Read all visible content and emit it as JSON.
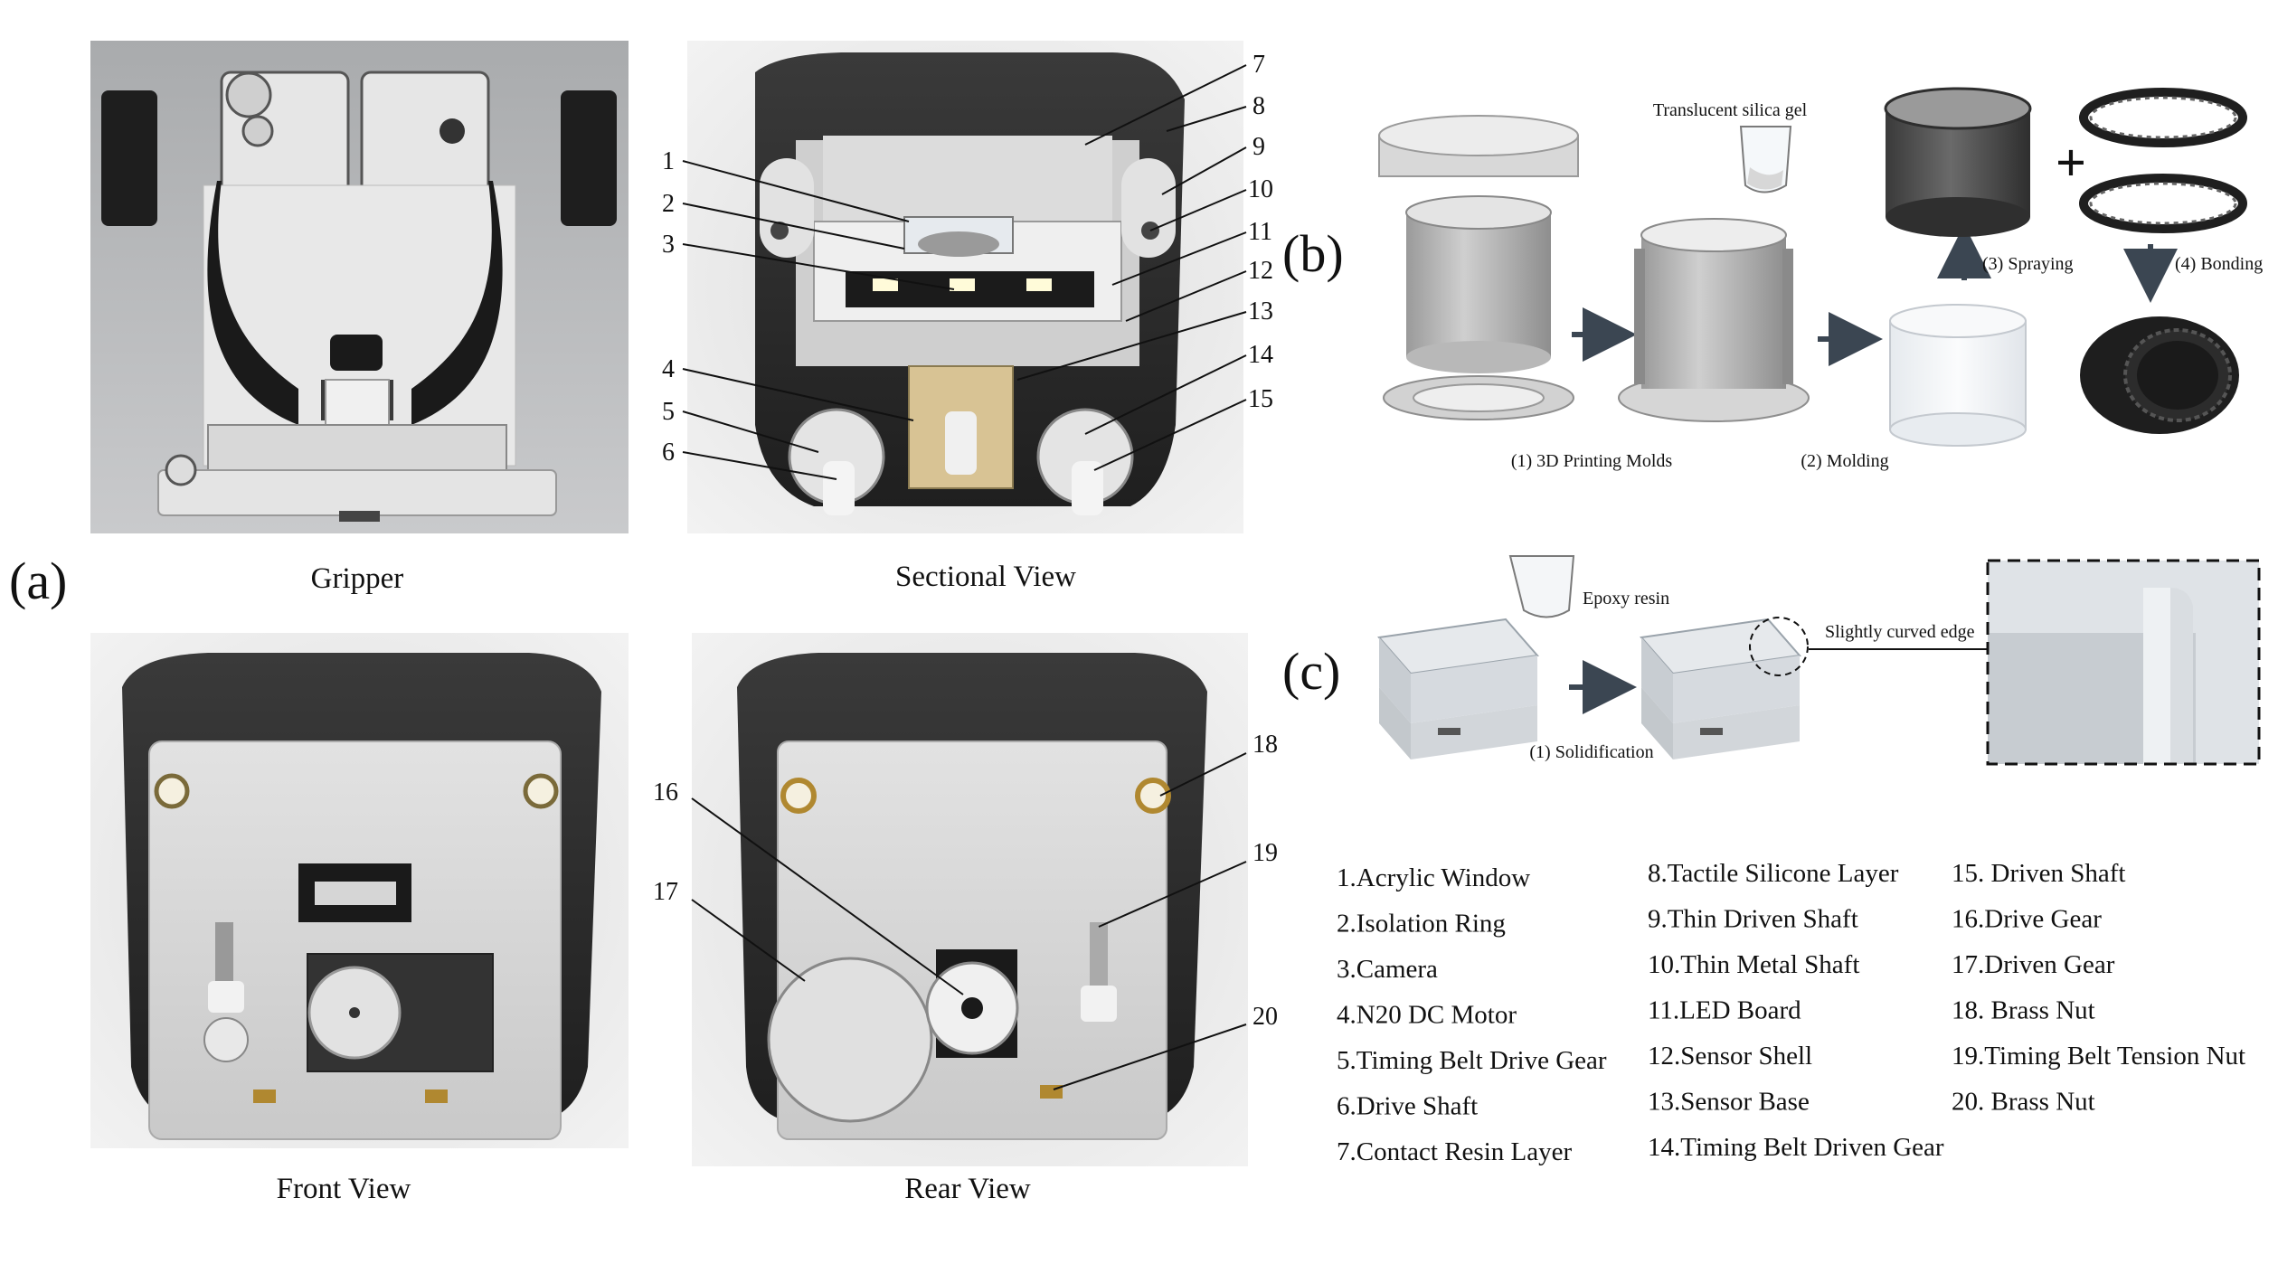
{
  "panel_a": {
    "letter": "(a)",
    "captions": {
      "gripper": "Gripper",
      "sectional": "Sectional View",
      "front": "Front View",
      "rear": "Rear View"
    },
    "sectional_numbers": [
      "1",
      "2",
      "3",
      "4",
      "5",
      "6",
      "7",
      "8",
      "9",
      "10",
      "11",
      "12",
      "13",
      "14",
      "15"
    ],
    "rear_numbers": [
      "16",
      "17",
      "18",
      "19",
      "20"
    ]
  },
  "panel_b": {
    "letter": "(b)",
    "labels": {
      "silica": "Translucent silica gel",
      "molds": "(1) 3D Printing Molds",
      "molding": "(2) Molding",
      "spraying": "(3) Spraying",
      "bonding": "(4) Bonding"
    },
    "plus": "+"
  },
  "panel_c": {
    "letter": "(c)",
    "labels": {
      "epoxy": "Epoxy resin",
      "solidification": "(1) Solidification",
      "curved": "Slightly curved edge"
    }
  },
  "legend": {
    "col1": [
      "1.Acrylic Window",
      "2.Isolation Ring",
      "3.Camera",
      "4.N20 DC Motor",
      "5.Timing Belt Drive Gear",
      "6.Drive Shaft",
      "7.Contact Resin Layer"
    ],
    "col2": [
      "8.Tactile Silicone Layer",
      "9.Thin Driven Shaft",
      "10.Thin Metal Shaft",
      "11.LED Board",
      "12.Sensor Shell",
      "13.Sensor Base",
      "14.Timing Belt Driven Gear"
    ],
    "col3": [
      "15. Driven Shaft",
      "16.Drive Gear",
      "17.Driven Gear",
      "18. Brass Nut",
      "19.Timing Belt Tension Nut",
      "20. Brass Nut"
    ]
  }
}
